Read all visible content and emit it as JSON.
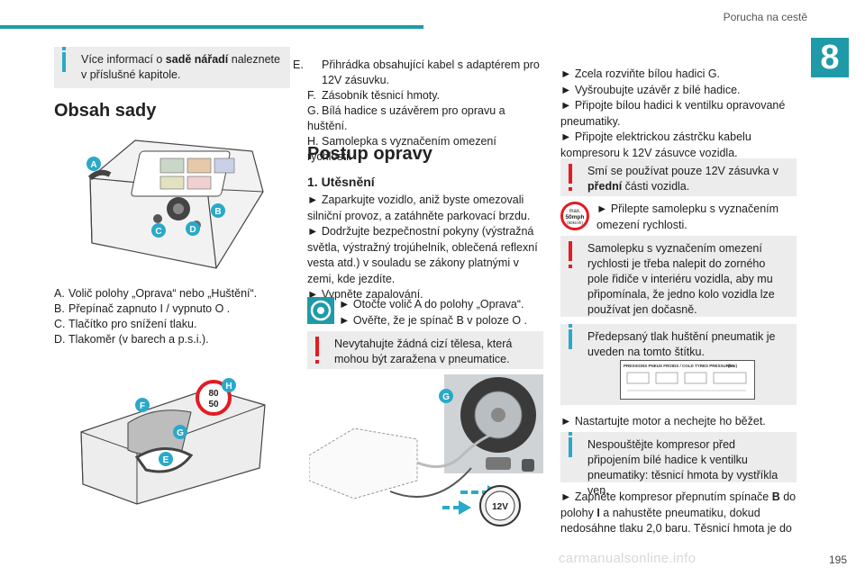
{
  "header": {
    "section_title": "Porucha na cestě",
    "chapter_number": "8",
    "page_number": "195"
  },
  "watermark": "carmanualsonline.info",
  "col1": {
    "info_note_parts": [
      "Více informací o ",
      "sadě nářadí",
      " naleznete v příslušné kapitole."
    ],
    "heading_kit": "Obsah sady",
    "fig1_labels": {
      "a": "A",
      "b": "B",
      "c": "C",
      "d": "D"
    },
    "items": [
      {
        "letter": "A.",
        "text": "Volič polohy „Oprava“ nebo „Huštění“."
      },
      {
        "letter": "B.",
        "text": "Přepínač zapnuto I / vypnuto O ."
      },
      {
        "letter": "C.",
        "text": "Tlačítko pro snížení tlaku."
      },
      {
        "letter": "D.",
        "text": "Tlakoměr (v barech a p.s.i.)."
      }
    ],
    "fig2_labels": {
      "e": "E",
      "f": "F",
      "g": "G",
      "h": "H"
    },
    "fig2_sticker": {
      "top": "80",
      "bottom": "50"
    }
  },
  "col2": {
    "items": [
      {
        "letter": "E.",
        "text": "Přihrádka obsahující kabel s adaptérem pro 12V zásuvku."
      },
      {
        "letter": "F.",
        "text": "Zásobník těsnicí hmoty."
      },
      {
        "letter": "G.",
        "text": "Bílá hadice s uzávěrem pro opravu a huštění."
      },
      {
        "letter": "H.",
        "text": "Samolepka s vyznačením omezení rychlosti."
      }
    ],
    "heading_procedure": "Postup opravy",
    "heading_seal": "1. Utěsnění",
    "steps": [
      "► Zaparkujte vozidlo, aniž byste omezovali silniční provoz, a zatáhněte parkovací brzdu.",
      "► Dodržujte bezpečnostní pokyny (výstražná světla, výstražný trojúhelník, oblečená reflexní vesta atd.) v souladu se zákony platnými v zemi, kde jezdíte.",
      "► Vypněte zapalování."
    ],
    "icon_steps": [
      "► Otočte volič A do polohy „Oprava“.",
      "► Ověřte, že je spínač B v poloze O ."
    ],
    "warning": "Nevytahujte žádná cizí tělesa, která mohou být zaražena v pneumatice.",
    "fig3_label": "G",
    "fig3_socket": "12V"
  },
  "col3": {
    "steps": [
      "► Zcela rozviňte bílou hadici G.",
      "► Vyšroubujte uzávěr z bílé hadice.",
      "► Připojte bílou hadici k ventilku opravované pneumatiky.",
      "► Připojte elektrickou zástrčku kabelu kompresoru k 12V zásuvce vozidla."
    ],
    "warn1_parts": [
      "Smí se používat pouze 12V zásuvka v ",
      "přední",
      " části vozidla."
    ],
    "sticker_step": "► Přilepte samolepku s vyznačením omezení rychlosti.",
    "sticker_icon": {
      "line1": "max.",
      "line2": "50mph",
      "line3": "(80km/h)"
    },
    "warn2": "Samolepku s vyznačením omezení rychlosti je třeba nalepit do zorného pole řidiče v interiéru vozidla, aby mu připomínala, že jedno kolo vozidla lze používat jen dočasně.",
    "info_pressure": "Předepsaný tlak huštění pneumatik je uveden na tomto štítku.",
    "label_title": "PRESSIONS PNEUS FROIDS / COLD TYRES PRESSURES",
    "label_unit": "(bar)",
    "step_start": "► Nastartujte motor a nechejte ho běžet.",
    "info_connect": "Nespouštějte kompresor před připojením bílé hadice k ventilku pneumatiky: těsnicí hmota by vystříkla ven.",
    "final_parts": [
      "► Zapněte kompresor přepnutím spínače ",
      "B",
      " do polohy ",
      "I",
      " a nahustěte pneumatiku, dokud nedosáhne tlaku 2,0 baru. Těsnicí hmota je do"
    ]
  },
  "colors": {
    "accent": "#1f9aa8",
    "info": "#2aa9c9",
    "warning": "#e31b23",
    "note_bg": "#ececec"
  }
}
